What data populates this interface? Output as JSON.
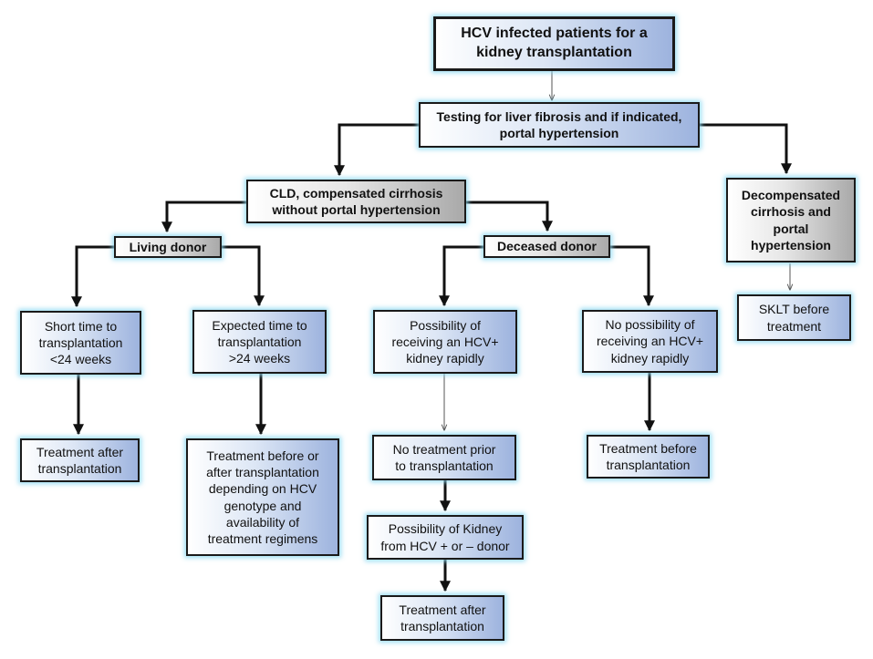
{
  "nodes": {
    "root": "HCV infected patients  for a\nkidney transplantation",
    "testing": "Testing for liver fibrosis and if indicated,\nportal hypertension",
    "cld": "CLD, compensated cirrhosis\nwithout portal hypertension",
    "decompensated": "Decompensated\ncirrhosis and\nportal\nhypertension",
    "living": "Living donor",
    "deceased": "Deceased donor",
    "sklt": "SKLT before\ntreatment",
    "short_time": "Short time to\ntransplantation\n<24 weeks",
    "expected_time": "Expected time to\ntransplantation\n>24 weeks",
    "possibility": "Possibility of\nreceiving an HCV+\nkidney rapidly",
    "no_possibility": "No possibility of\nreceiving an HCV+\nkidney rapidly",
    "treat_after_1": "Treatment after\ntransplantation",
    "treat_before_after": "Treatment before or\nafter transplantation\ndepending on HCV\ngenotype and\navailability of\ntreatment regimens",
    "no_treatment": "No treatment  prior\nto transplantation",
    "treat_before": "Treatment before\ntransplantation",
    "possibility_kidney": "Possibility of Kidney\nfrom HCV + or – donor",
    "treat_after_2": "Treatment after\ntransplantation"
  },
  "colors": {
    "border": "#1a1a1a",
    "glow": "#8cd7f0",
    "blue_fill": "#9db3de",
    "grey_fill": "#a9a9a9"
  }
}
